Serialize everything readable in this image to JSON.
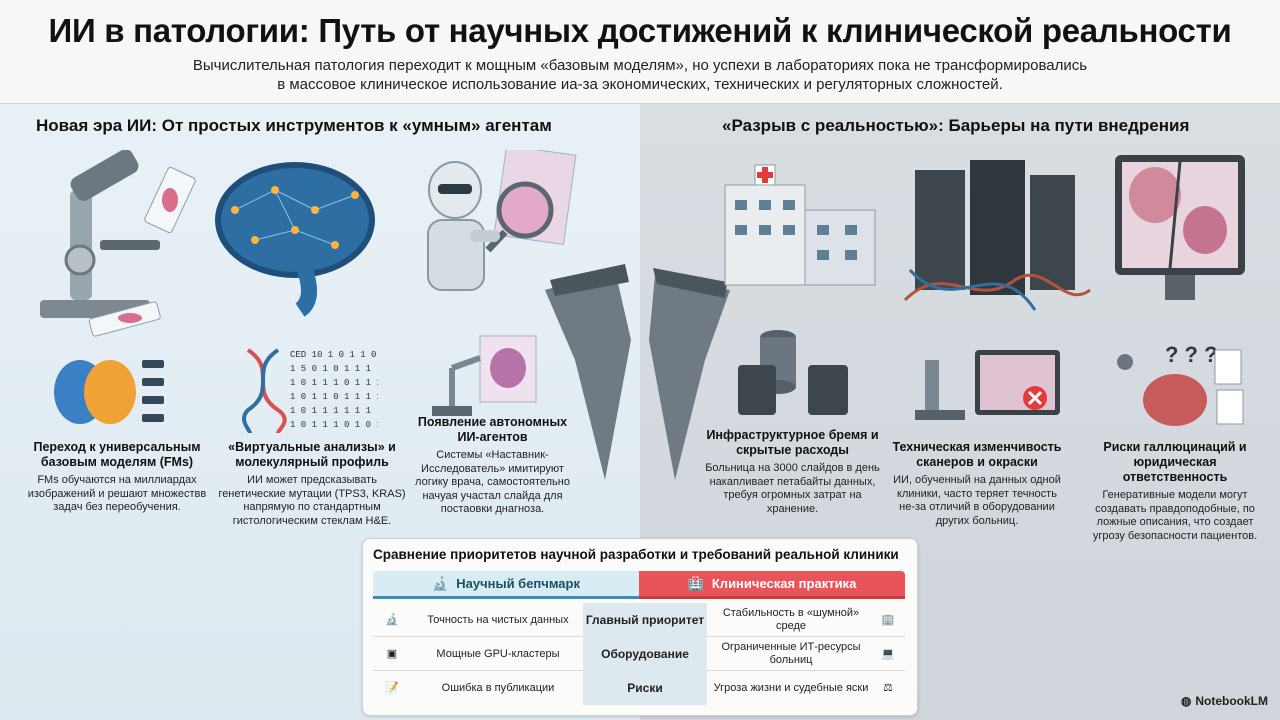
{
  "header": {
    "title": "ИИ в патологии: Путь от научных достижений к клинической реальности",
    "subtitle_line1": "Вычислительная патология переходит к мощным «базовым моделям», но успехи в лабораториях пока не трансформировались",
    "subtitle_line2": "в массовое клиническое использование иа-за экономических, технических и регуляторных сложностей."
  },
  "left": {
    "title": "Новая эра ИИ: От простых инструментов к «умным» агентам",
    "cards": [
      {
        "title": "Переход к универсальным базовым моделям (FMs)",
        "body": "FMs обучаются на миллиардах изображений и решают множествв задач без переобучения."
      },
      {
        "title": "«Виртуальные анализы» и молекулярный профиль",
        "body": "ИИ может предсказывать генетические мутации (TPS3, KRAS) напрямую по стандартным гистологическим стеклам H&E."
      },
      {
        "title": "Появление автономных ИИ-агентов",
        "body": "Системы «Наставник-Исследователь» имитируют логику врача, самостоятельно начуая участал слайда для постаовки днагноза."
      }
    ],
    "dna_codes": [
      "CED 10 1 0 1 1 0 8",
      "1 5 0 1 0 1 1 1",
      "1 0 1 1 1 0 1 1 1",
      "1 0 1 1 0 1 1 1 1",
      "1 0 1 1 1 1 1 1",
      "1 0 1 1 1 0 1 0 1"
    ]
  },
  "right": {
    "title": "«Разрыв с реальностью»: Барьеры на пути внедрения",
    "cards": [
      {
        "title": "Инфраструктурное бремя и скрытые расходы",
        "body": "Больница на 3000 слайдов в день накапливает петабайты данных, требуя огромных затрат на хранение."
      },
      {
        "title": "Техническая изменчивость сканеров и окраски",
        "body": "ИИ, обученный на данных одной клиники, часто теряет течность не-за отличий в оборудовании других больниц."
      },
      {
        "title": "Риски галлюцинаций и юридическая ответственность",
        "body": "Генеративные модели могут создавать правдоподобные, по ложные описания, что создает угрозу безопасности пациентов."
      }
    ]
  },
  "table": {
    "title": "Сравнение приоритетов научной разработки и требований реальной клиники",
    "col_left": "Научный бепчмарк",
    "col_right": "Клиническая практика",
    "rows": [
      {
        "science": "Точность на чистых данных",
        "criterion": "Главный приоритет",
        "clinic": "Стабильность в «шумной» среде"
      },
      {
        "science": "Мощные GPU-кластеры",
        "criterion": "Оборудование",
        "clinic": "Ограниченные ИТ-ресурсы больниц"
      },
      {
        "science": "Ошибка в публикации",
        "criterion": "Риски",
        "clinic": "Угроза жизни и судебные яски"
      }
    ]
  },
  "brand": "NotebookLM",
  "colors": {
    "accent_blue": "#3a8fb0",
    "accent_red": "#e9535a",
    "header_bg": "#f7f7f5"
  }
}
